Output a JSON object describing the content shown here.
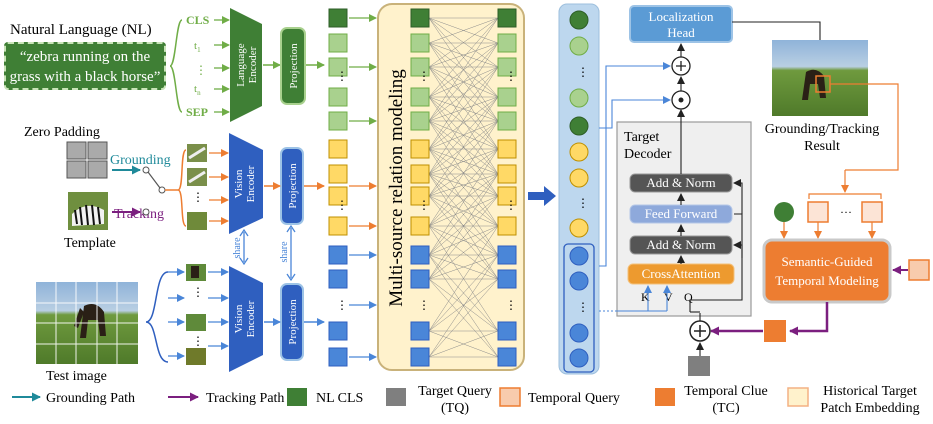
{
  "nl": {
    "title": "Natural Language (NL)",
    "text_line1": "“zebra running on the",
    "text_line2": "grass with a black horse”"
  },
  "tokens": {
    "cls": "CLS",
    "t1": "t",
    "t1_sub": "1",
    "tn": "t",
    "tn_sub": "n",
    "sep": "SEP",
    "dots": "⋮"
  },
  "labels": {
    "language_encoder_l1": "Language",
    "language_encoder_l2": "Encoder",
    "vision_encoder_l1": "Vision",
    "vision_encoder_l2": "Encoder",
    "projection": "Projection",
    "share": "share",
    "zero_padding": "Zero Padding",
    "grounding": "Grounding",
    "tracking": "Tracking",
    "template": "Template",
    "test_image": "Test image",
    "relation_modeling": "Multi-source relation modeling",
    "localization_head_l1": "Localization",
    "localization_head_l2": "Head",
    "target_decoder_l1": "Target",
    "target_decoder_l2": "Decoder",
    "add_norm": "Add & Norm",
    "feed_forward": "Feed Forward",
    "cross_attention": "CrossAttention",
    "k": "K",
    "v": "V",
    "q": "Q",
    "result_l1": "Grounding/Tracking",
    "result_l2": "Result",
    "sgtm_l1": "Semantic-Guided",
    "sgtm_l2": "Temporal Modeling",
    "ellipsis": "···"
  },
  "legend": {
    "grounding_path": "Grounding Path",
    "tracking_path": "Tracking Path",
    "nl_cls": "NL CLS",
    "target_query_l1": "Target Query",
    "target_query_l2": "(TQ)",
    "temporal_query": "Temporal Query",
    "temporal_clue_l1": "Temporal Clue",
    "temporal_clue_l2": "(TC)",
    "historical_l1": "Historical Target",
    "historical_l2": "Patch Embedding"
  },
  "colors": {
    "nl_green": "#3f7f35",
    "light_green": "#a9d18e",
    "yellow": "#ffd966",
    "blue": "#4a86d8",
    "dark_blue": "#2f5fbf",
    "orange": "#ed7d31",
    "purple": "#7b1f7f",
    "teal": "#1f8a9a",
    "gray": "#808080",
    "peach": "#f8cbad",
    "relation_bg": "#fff2cc"
  }
}
